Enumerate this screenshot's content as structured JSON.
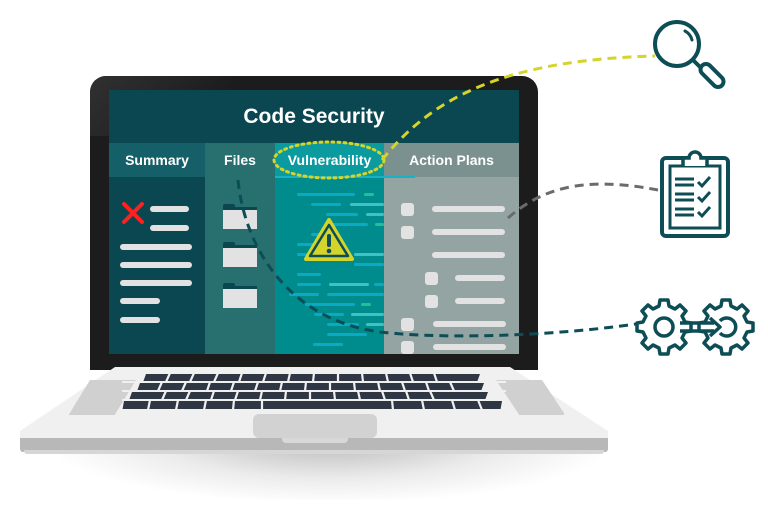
{
  "screen": {
    "title": "Code Security",
    "tabs": [
      {
        "label": "Summary"
      },
      {
        "label": "Files"
      },
      {
        "label": "Vulnerability",
        "highlighted": true
      },
      {
        "label": "Action Plans"
      }
    ],
    "summary_status_icon": "red-x-icon",
    "vulnerability_icon": "warning-triangle-icon",
    "files": [
      {
        "icon": "folder-icon"
      },
      {
        "icon": "folder-icon"
      },
      {
        "icon": "folder-icon"
      }
    ]
  },
  "callouts": [
    {
      "icon": "magnifying-glass-icon",
      "connector_color": "#d4d42b",
      "from": "Vulnerability tab"
    },
    {
      "icon": "clipboard-checklist-icon",
      "connector_color": "#6b6b6b",
      "from": "Action Plans list"
    },
    {
      "icon": "gears-process-icon",
      "connector_color": "#0a4751",
      "from": "Files column"
    }
  ],
  "colors": {
    "dark_teal": "#0a4751",
    "teal": "#27706f",
    "bright_teal": "#008b8c",
    "gray_teal": "#93a4a2",
    "warning_yellow": "#d4d42b",
    "error_red": "#ff2020",
    "icon_teal": "#0d4d56"
  }
}
